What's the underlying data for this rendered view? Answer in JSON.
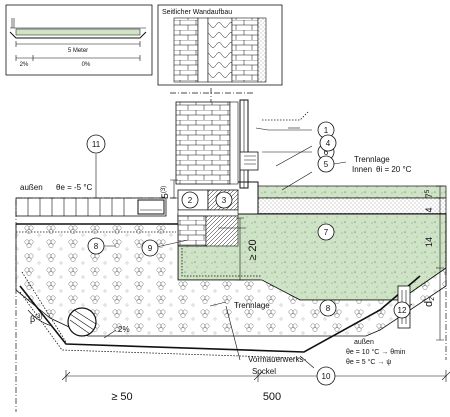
{
  "inset": {
    "title": "Seitlicher Wandaufbau",
    "span_label": "5 Meter",
    "slope_left": "2%",
    "slope_right": "0%"
  },
  "outside_label": "außen",
  "outside_temp": "θe = -5 °C",
  "inside_label": "Innen",
  "inside_temp": "θi = 20 °C",
  "separation_layer_top": "Trennlage",
  "separation_layer_bottom": "Trennlage",
  "plinth_label_1": "Vormauerwerks-",
  "plinth_label_2": "Sockel",
  "slope_bottom": "2%",
  "beta": "β",
  "beta_sup": "(3)",
  "dim_5": "5",
  "dim_5_sup": "(3)",
  "dim_20": "≥ 20",
  "dim_right_75": "7",
  "dim_right_75_sup": "5",
  "dim_right_4": "4",
  "dim_right_14": "14",
  "dim_right_d2": "d",
  "dim_right_d2_sub": "2",
  "dim_bottom_50": "≥ 50",
  "dim_bottom_500": "500",
  "bottom_right": {
    "label": "außen",
    "line1": "θe = 10 °C → θmin",
    "line2": "θe = 5 °C → ψ"
  },
  "callouts": [
    "1",
    "2",
    "3",
    "4",
    "5",
    "6",
    "7",
    "8",
    "8",
    "9",
    "10",
    "11",
    "12"
  ]
}
